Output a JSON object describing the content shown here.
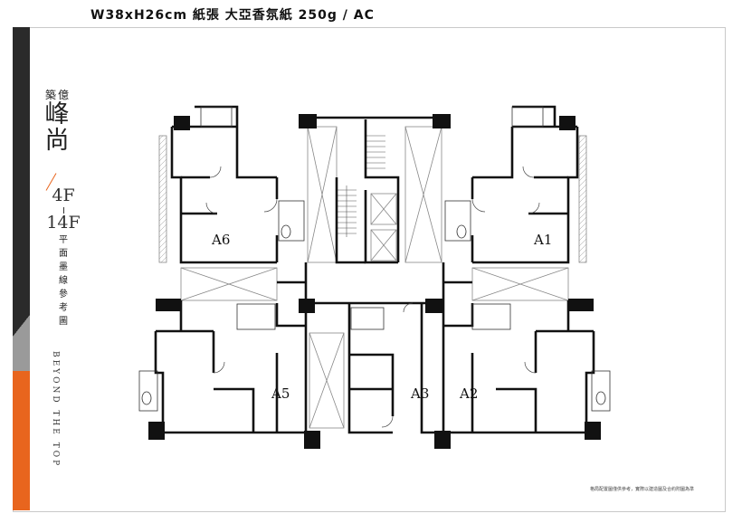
{
  "header": {
    "spec_text": "W38xH26cm 紙張 大亞香氛紙 250g / AC"
  },
  "sidebar": {
    "subtitle": "築億",
    "logo_line1": "峰",
    "logo_line2": "尚",
    "floor_top": "4F",
    "floor_bottom": "14F",
    "plan_title": "平面墨線參考圖",
    "tagline": "BEYOND THE TOP"
  },
  "plan": {
    "units": [
      "A6",
      "A1",
      "A5",
      "A3",
      "A2"
    ]
  },
  "footer": {
    "note": "格局配置圖僅供參考，實際以建造圖及合約附圖為準"
  },
  "colors": {
    "accent": "#e8651e",
    "band_dark": "#2a2a2a",
    "band_gray": "#9a9a9a",
    "wall": "#111111"
  }
}
